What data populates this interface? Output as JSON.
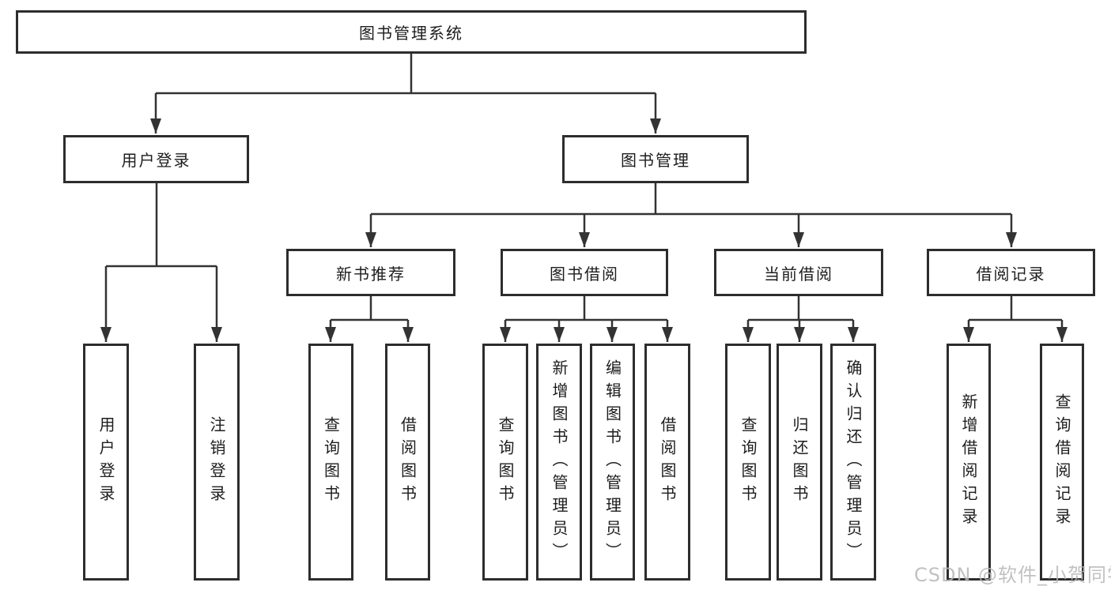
{
  "diagram": {
    "root": "图书管理系统",
    "user_login": "用户登录",
    "book_mgmt": "图书管理",
    "modules": [
      "新书推荐",
      "图书借阅",
      "当前借阅",
      "借阅记录"
    ],
    "user_leaves": [
      "用户登录",
      "注销登录"
    ],
    "newbook_leaves": [
      "查询图书",
      "借阅图书"
    ],
    "borrow_leaves": [
      "查询图书",
      "新增图书（管理员）",
      "编辑图书（管理员）",
      "借阅图书"
    ],
    "current_leaves": [
      "查询图书",
      "归还图书",
      "确认归还（管理员）"
    ],
    "record_leaves": [
      "新增借阅记录",
      "查询借阅记录"
    ]
  },
  "watermark": "CSDN @软件_小贺同学",
  "colors": {
    "line": "#333333",
    "box_border": "#2d2d2d",
    "text": "#1d1d1d",
    "watermark_text": "#b9b6b6",
    "background": "#ffffff"
  }
}
